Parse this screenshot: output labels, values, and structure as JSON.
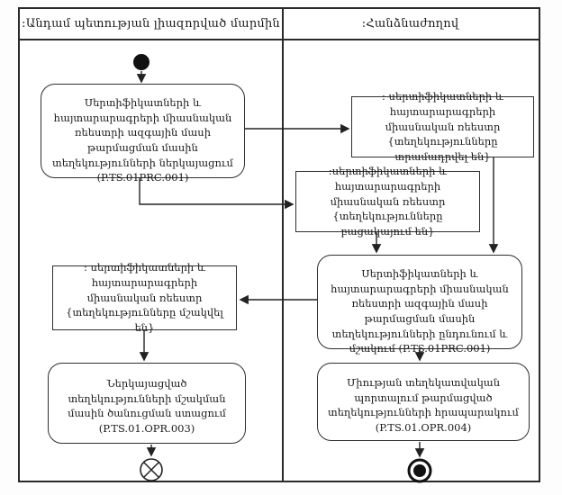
{
  "lanes": [
    {
      "title": ":Անդամ պետության լիազորված մարմին"
    },
    {
      "title": ":Հանձնաժողով"
    }
  ],
  "nodes": {
    "submit": {
      "label": "Սերտիֆիկատների և հայտարարագրերի միասնական ռեեստրի ազգային մասի թարմացման մասին տեղեկությունների ներկայացում (P.TS.01PRC.001)"
    },
    "registry_provided": {
      "label": ": սերտիֆիկատների և հայտարարագրերի միասնական ռեեստր {տեղեկությունները տրամադրվել են}"
    },
    "registry_missing": {
      "label": ":սերտիֆիկատների և հայտարարագրերի միասնական ռեեստր {տեղեկությունները բացակայում են}"
    },
    "receive": {
      "label": "Սերտիֆիկատների և հայտարարագրերի միասնական ռեեստրի ազգային մասի թարմացման մասին տեղեկությունների ընդունում և մշակում (P.TS.01PRC.001)"
    },
    "registry_processed": {
      "label": ": սերտիֆիկատների և հայտարարագրերի միասնական ռեեստր {տեղեկությունները մշակվել են}"
    },
    "notification": {
      "label": "Ներկայացված տեղեկությունների մշակման մասին ծանուցման ստացում (P.TS.01.OPR.003)"
    },
    "publish": {
      "label": "Միության տեղեկատվական պորտալում թարմացված տեղեկությունների հրապարակում (P.TS.01.OPR.004)"
    }
  },
  "colors": {
    "line": "#222222",
    "background": "#ffffff"
  }
}
